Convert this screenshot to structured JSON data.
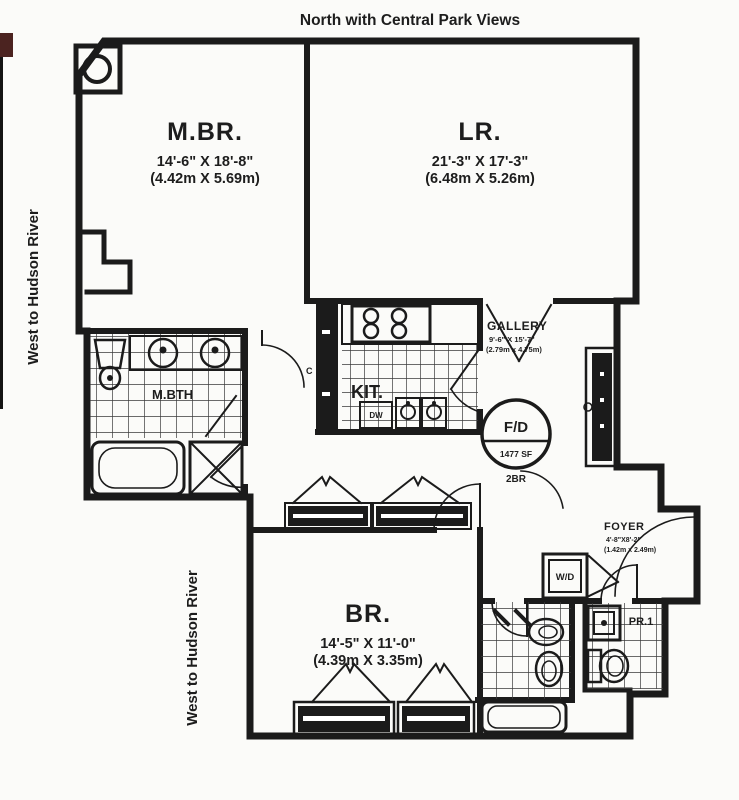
{
  "colors": {
    "ink": "#1b1b1b",
    "paper": "#fbfbf9",
    "accent_square": "#4b2320"
  },
  "compass": {
    "north": "North with Central Park Views",
    "west_upper": "West to Hudson River",
    "west_lower": "West to Hudson River"
  },
  "rooms": {
    "master_bedroom": {
      "label": "M.BR.",
      "dims_ft": "14'-6\" X 18'-8\"",
      "dims_m": "(4.42m X 5.69m)"
    },
    "living_room": {
      "label": "LR.",
      "dims_ft": "21'-3\" X 17'-3\"",
      "dims_m": "(6.48m X 5.26m)"
    },
    "gallery": {
      "label": "GALLERY",
      "dims_ft": "9'-6\" X 15'-7\"",
      "dims_m": "(2.79m x 4.75m)"
    },
    "kitchen": {
      "label": "KIT."
    },
    "bedroom": {
      "label": "BR.",
      "dims_ft": "14'-5\" X 11'-0\"",
      "dims_m": "(4.39m X 3.35m)"
    },
    "foyer": {
      "label": "FOYER",
      "dims_ft": "4'-8\"X8'-2\"",
      "dims_m": "(1.42m x 2.49m)"
    },
    "master_bath": {
      "label": "M.BTH"
    },
    "powder_room": {
      "label": "PR.1"
    }
  },
  "fixtures": {
    "dishwasher": "DW",
    "washer_dryer": "W/D",
    "closet": "C"
  },
  "unit_info": {
    "stamp": "F/D",
    "area": "1477 SF",
    "type": "2BR"
  }
}
